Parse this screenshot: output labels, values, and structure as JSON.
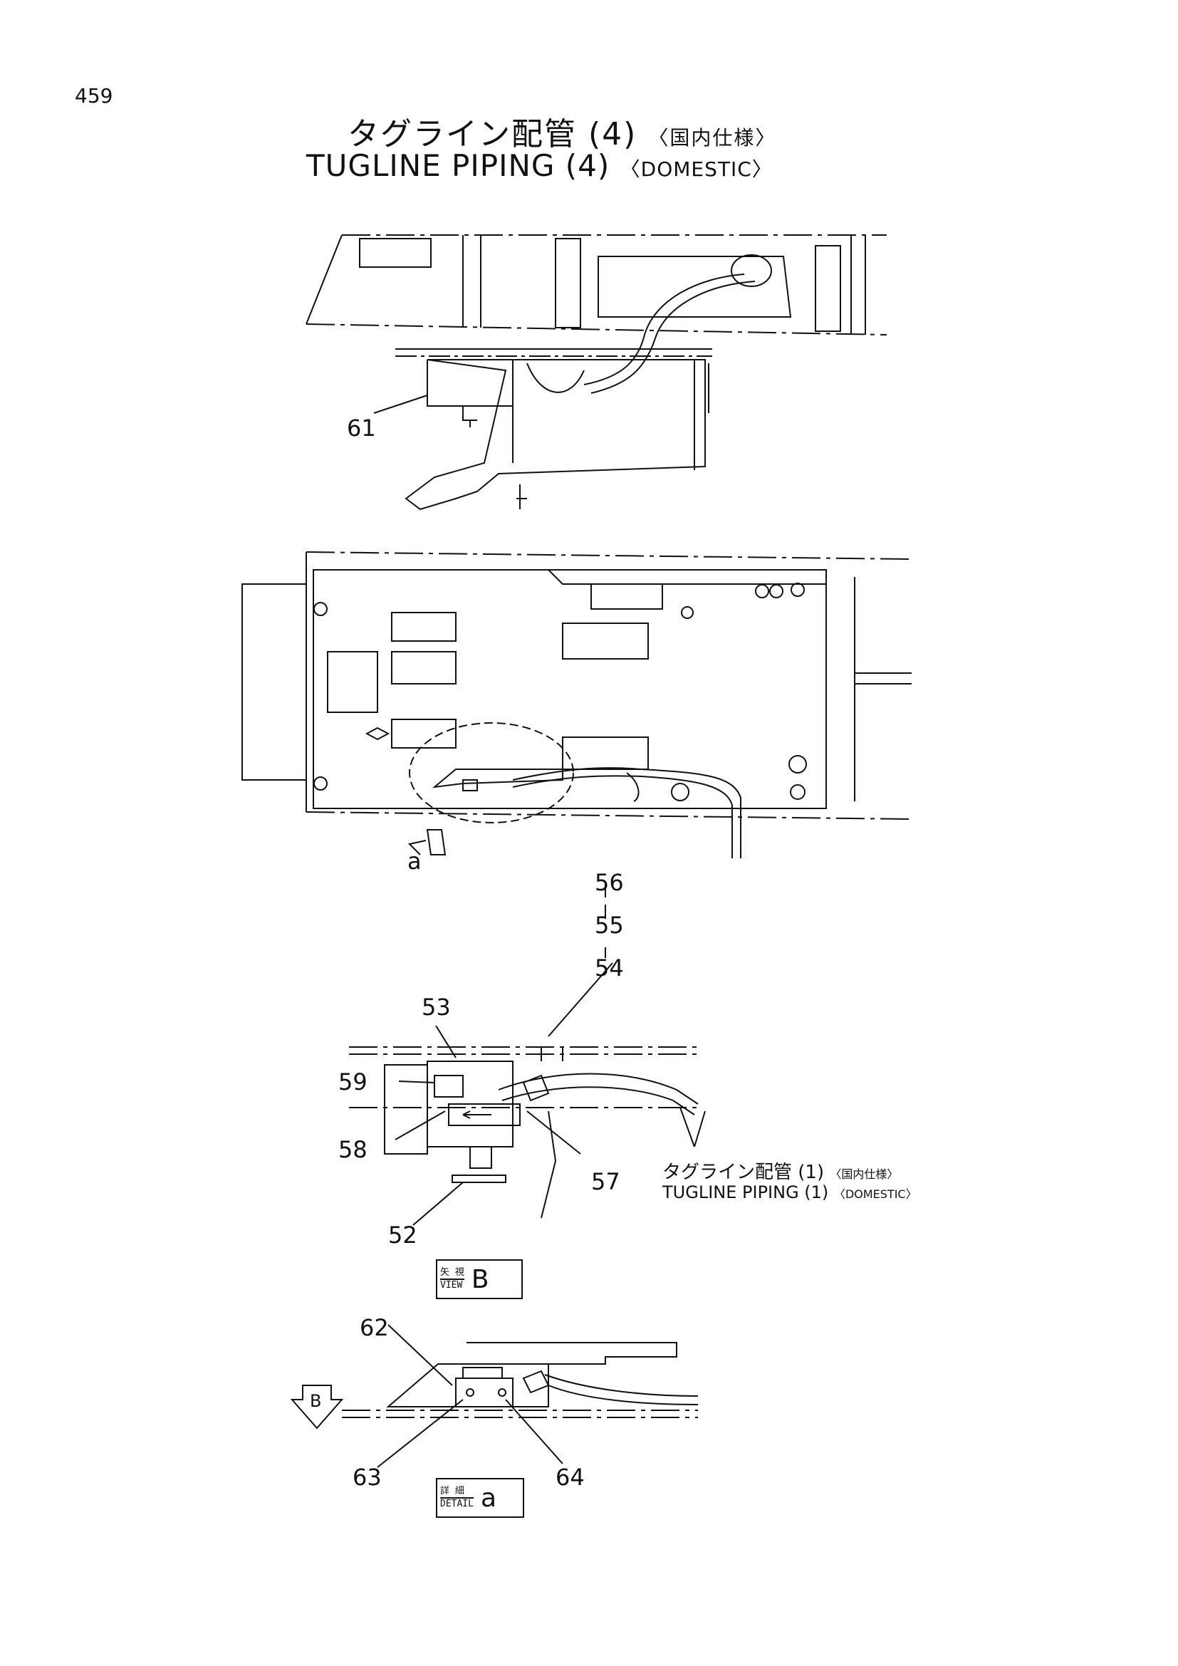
{
  "page_number": "459",
  "title": {
    "jp_main": "タグライン配管 (4)",
    "jp_spec": "〈国内仕様〉",
    "en_main": "TUGLINE PIPING (4)",
    "en_spec": "〈DOMESTIC〉"
  },
  "reference": {
    "jp_main": "タグライン配管 (1)",
    "jp_spec": "〈国内仕様〉",
    "en_main": "TUGLINE PIPING (1)",
    "en_spec": "〈DOMESTIC〉"
  },
  "callouts": {
    "c61": "61",
    "ca": "a",
    "c56": "56",
    "c55": "55",
    "c54": "54",
    "c53": "53",
    "c59": "59",
    "c58": "58",
    "c57": "57",
    "c52": "52",
    "c62": "62",
    "c63": "63",
    "c64": "64",
    "arrowB": "B"
  },
  "view_label": {
    "jp": "矢 視",
    "en": "VIEW",
    "letter": "B"
  },
  "detail_label": {
    "jp": "詳 細",
    "en": "DETAIL",
    "letter": "a"
  }
}
